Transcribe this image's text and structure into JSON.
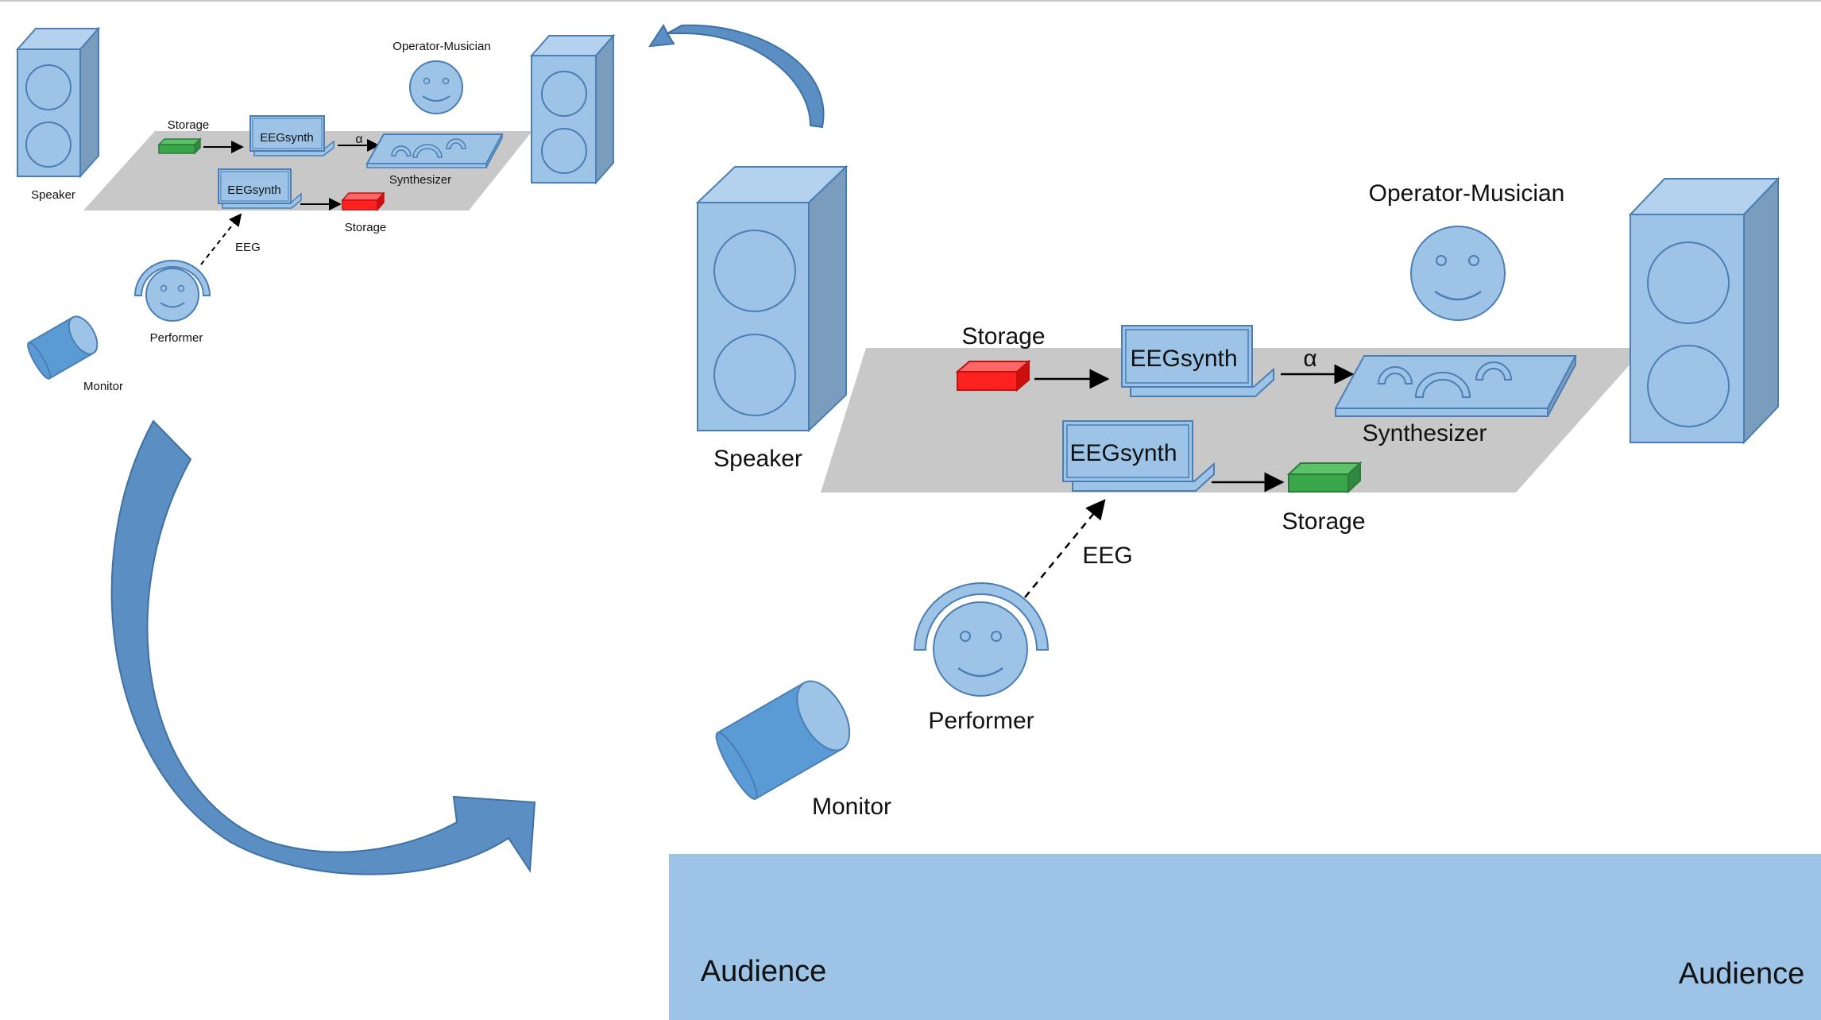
{
  "colors": {
    "speaker_front": "#9dc3e6",
    "speaker_top": "#b4d2ee",
    "speaker_side": "#7a9dbd",
    "outline": "#4a7eb5",
    "platform": "#c8c8c8",
    "storage_red": "#ff2020",
    "storage_green": "#3aa64a",
    "audience": "#9dc3e6",
    "arrow": "#5b8fc4"
  },
  "small_scene": {
    "speaker_left_label": "Speaker",
    "operator_label": "Operator-Musician",
    "storage_top_label": "Storage",
    "eegsynth_top_label": "EEGsynth",
    "alpha_label": "α",
    "synth_label": "Synthesizer",
    "eegsynth_bottom_label": "EEGsynth",
    "storage_bottom_label": "Storage",
    "eeg_label": "EEG",
    "performer_label": "Performer",
    "monitor_label": "Monitor"
  },
  "large_scene": {
    "speaker_left_label": "Speaker",
    "operator_label": "Operator-Musician",
    "storage_top_label": "Storage",
    "eegsynth_top_label": "EEGsynth",
    "alpha_label": "α",
    "synth_label": "Synthesizer",
    "eegsynth_bottom_label": "EEGsynth",
    "storage_bottom_label": "Storage",
    "eeg_label": "EEG",
    "performer_label": "Performer",
    "monitor_label": "Monitor"
  },
  "audience": {
    "left_label": "Audience",
    "right_label": "Audience"
  }
}
